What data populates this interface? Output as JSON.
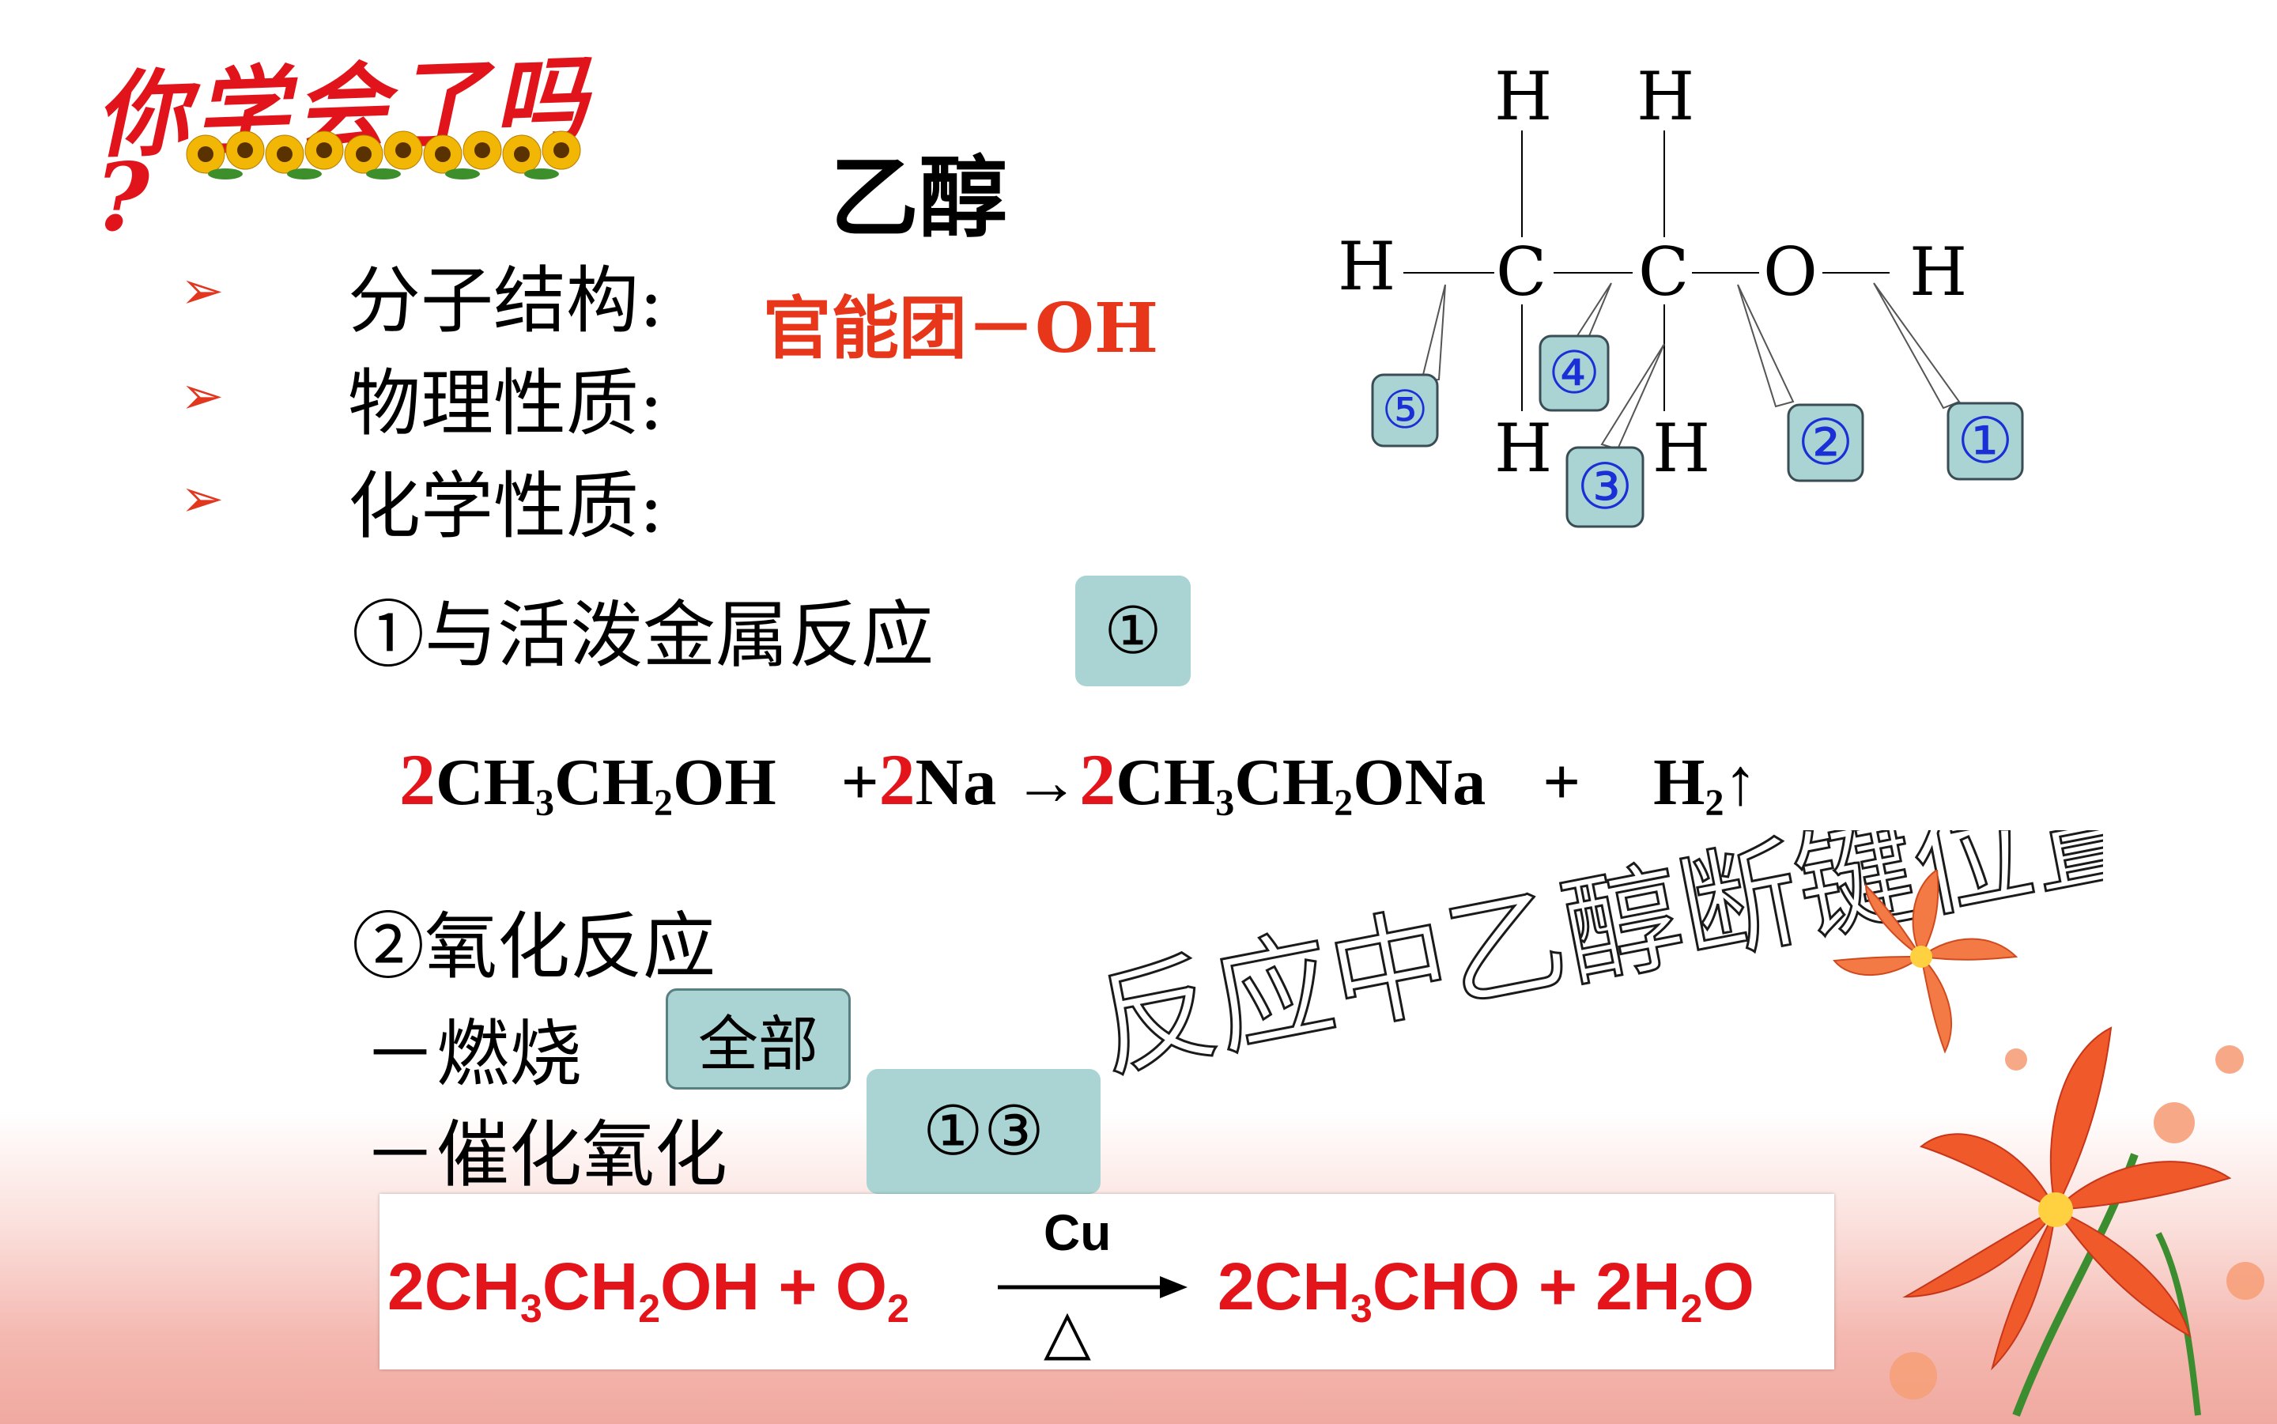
{
  "corner_banner": {
    "text": "你学会了吗",
    "question": "?",
    "color": "#e0141a"
  },
  "title": "乙醇",
  "bullets": [
    {
      "label": "分子结构:"
    },
    {
      "label": "物理性质:"
    },
    {
      "label": "化学性质:"
    }
  ],
  "functional_group": "官能团－OH",
  "reactions": {
    "r1_label": "①与活泼金属反应",
    "r1_bond": "①",
    "r2_label": "②氧化反应",
    "r2_sub1": "－燃烧",
    "r2_sub1_bond": "全部",
    "r2_sub2": "－催化氧化",
    "r2_sub2_bond": "①③"
  },
  "equation1": {
    "c1": "2",
    "p1": "CH",
    "s1": "3",
    "p2": "CH",
    "s2": "2",
    "p3": "OH",
    "plus1": "+",
    "c2": "2",
    "p4": "Na",
    "arrow": "→",
    "c3": "2",
    "p5": "CH",
    "s3": "3",
    "p6": "CH",
    "s4": "2",
    "p7": "ONa",
    "plus2": "+",
    "p8": "H",
    "s5": "2",
    "up": "↑"
  },
  "equation2": {
    "lhs_a": "2CH",
    "lhs_s1": "3",
    "lhs_b": "CH",
    "lhs_s2": "2",
    "lhs_c": "OH + O",
    "lhs_s3": "2",
    "catalyst": "Cu",
    "condition": "△",
    "rhs_a": "2CH",
    "rhs_s1": "3",
    "rhs_b": "CHO + 2H",
    "rhs_s2": "2",
    "rhs_c": "O"
  },
  "wordart": "反应中乙醇断键位置?",
  "structure": {
    "atoms": {
      "h_top1": "H",
      "h_top2": "H",
      "h_left": "H",
      "c1": "C",
      "c2": "C",
      "o": "O",
      "h_right": "H",
      "h_bot1": "H",
      "h_bot2": "H"
    },
    "bond_labels": [
      "①",
      "②",
      "③",
      "④",
      "⑤"
    ]
  },
  "colors": {
    "accent_red": "#e3141a",
    "pill_teal": "#a9d4d3",
    "circled_blue": "#1b2fd6",
    "bullet_red": "#e2361f",
    "orange_red": "#e8361a"
  }
}
